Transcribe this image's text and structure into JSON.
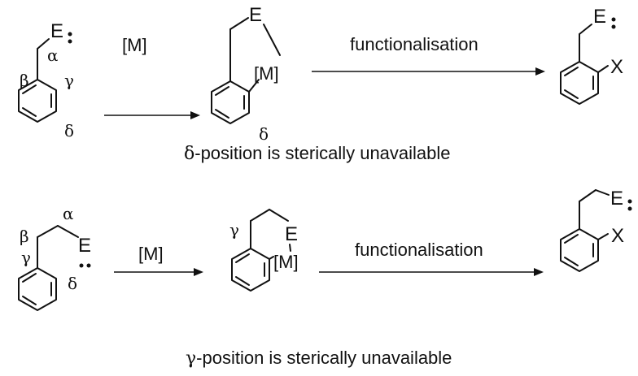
{
  "top_row": {
    "reactant": {
      "e": "E",
      "alpha": "α",
      "beta": "β",
      "gamma": "γ",
      "delta": "δ"
    },
    "step1_reagent": "[M]",
    "intermediate": {
      "e": "E",
      "m": "[M]",
      "delta": "δ"
    },
    "step2_label": "functionalisation",
    "product": {
      "e": "E",
      "x": "X"
    },
    "caption_symbol": "δ",
    "caption_text": "-position is sterically unavailable"
  },
  "bottom_row": {
    "reactant": {
      "e": "E",
      "alpha": "α",
      "beta": "β",
      "gamma": "γ",
      "delta": "δ"
    },
    "step1_reagent": "[M]",
    "intermediate": {
      "e": "E",
      "m": "[M]",
      "gamma": "γ"
    },
    "step2_label": "functionalisation",
    "product": {
      "e": "E",
      "x": "X"
    },
    "caption_symbol": "γ",
    "caption_text": "-position is sterically unavailable"
  }
}
